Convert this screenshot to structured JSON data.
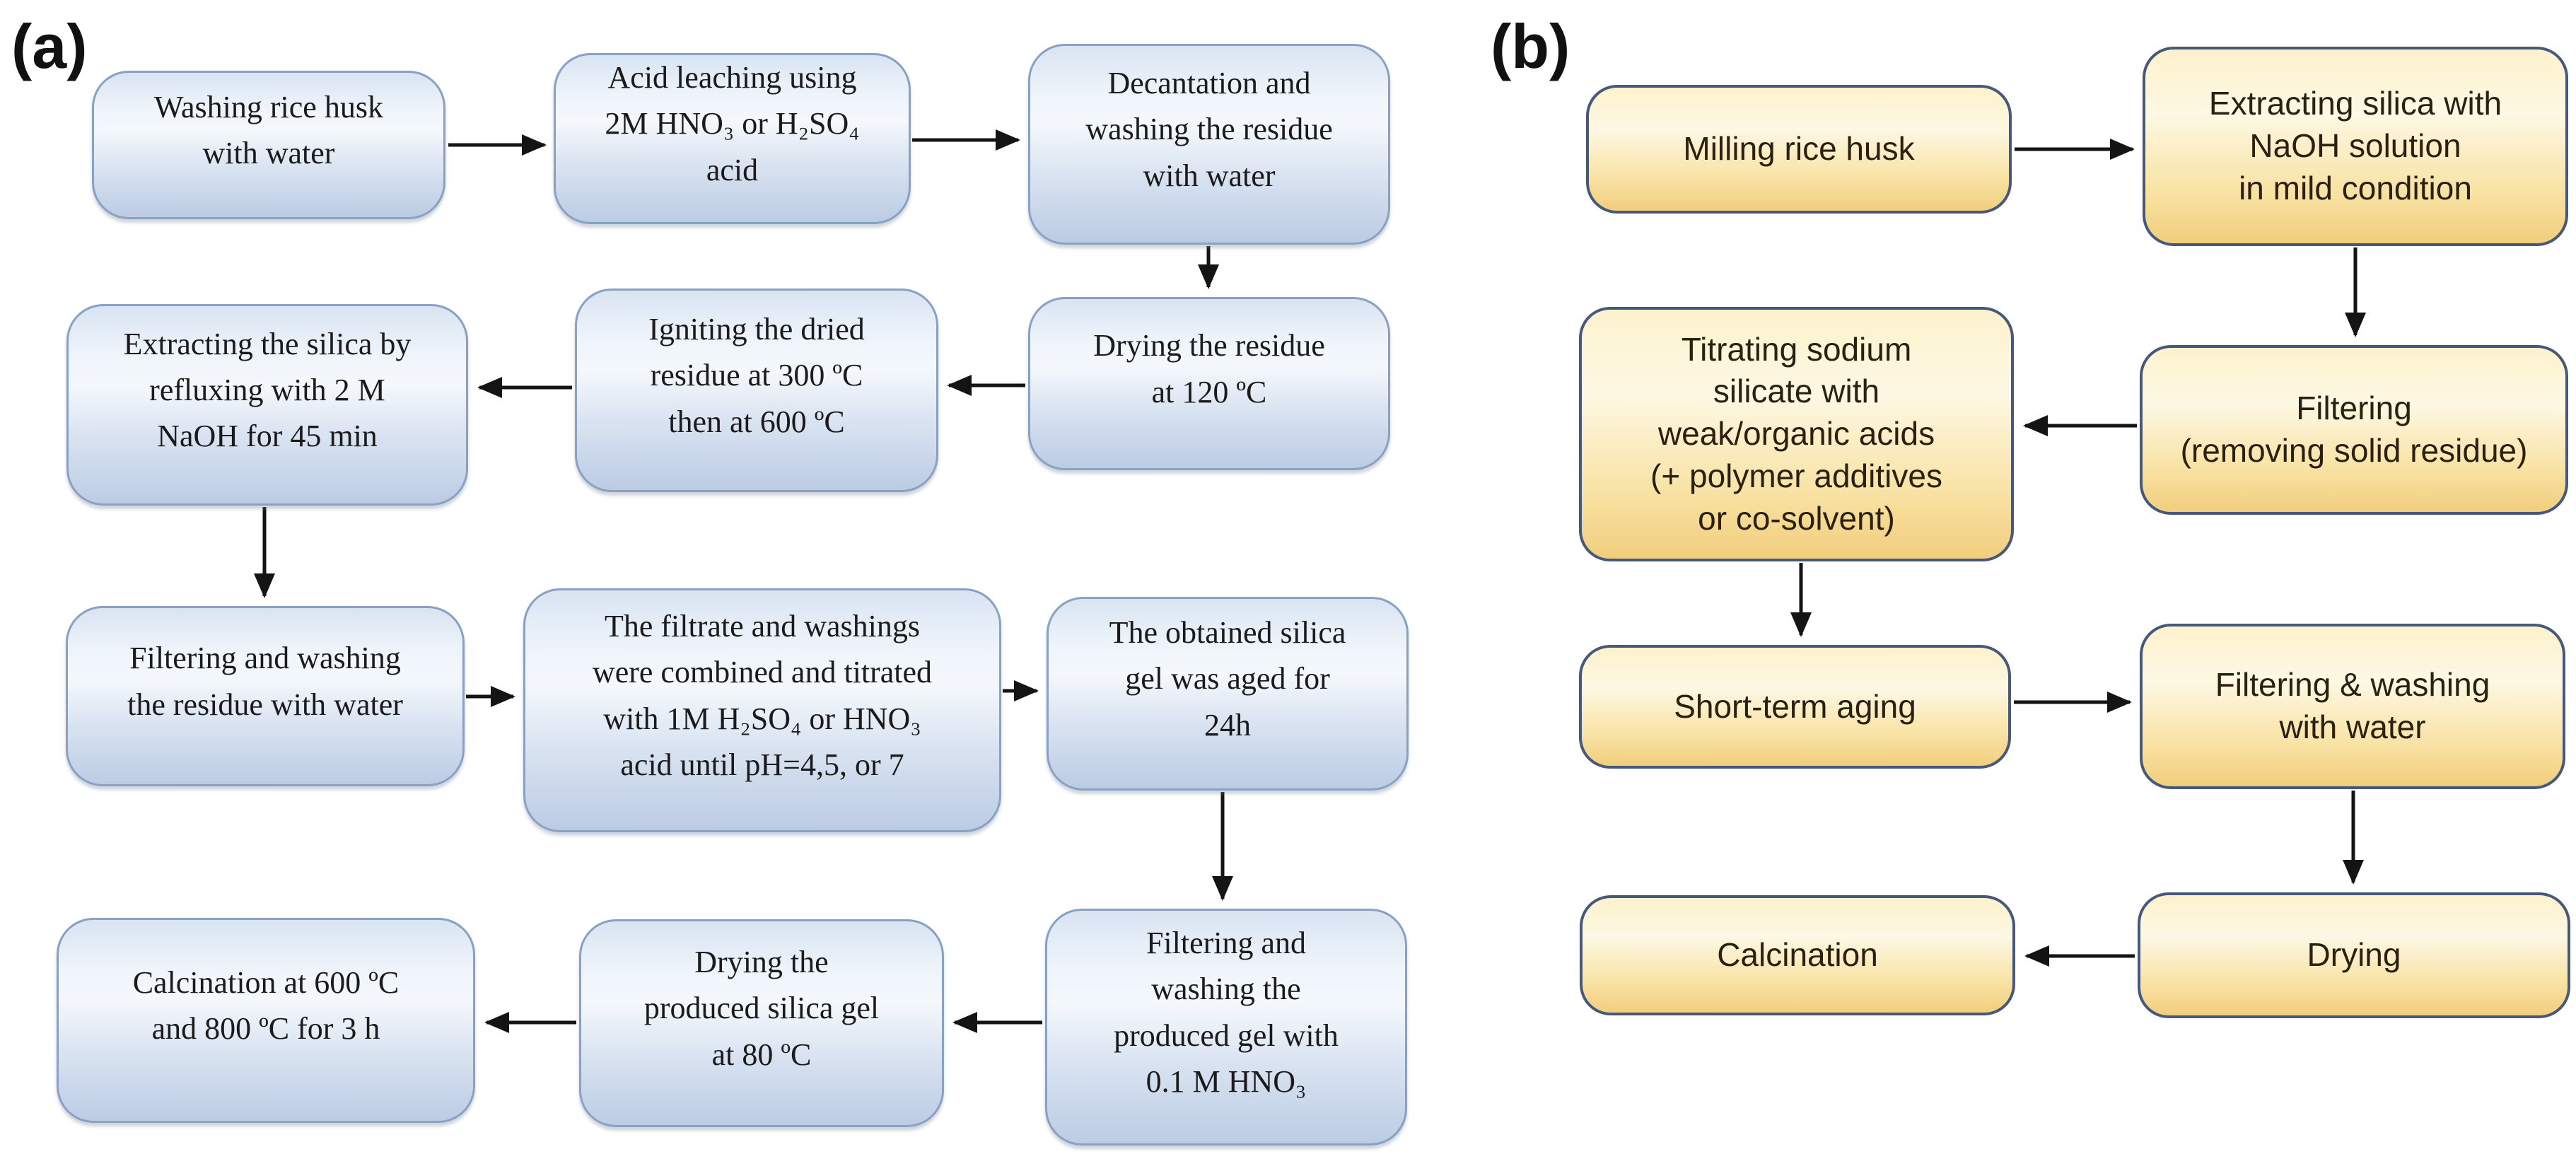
{
  "figure": {
    "type": "flowchart",
    "description_visible_text_only": true
  },
  "colors": {
    "background": "#ffffff",
    "panel_a_box_fill_top": "#eff5fb",
    "panel_a_box_fill_bottom": "#bccce4",
    "panel_a_box_border": "#89a1c2",
    "panel_b_box_fill_top": "#fdf2cd",
    "panel_b_box_fill_bottom": "#f1ce7d",
    "panel_b_box_border": "#46597a",
    "arrow": "#141414",
    "text": "#1b1b1b"
  },
  "panel_a": {
    "label": "(a)",
    "nodes": [
      {
        "id": "a1",
        "label": "Washing rice husk\nwith water"
      },
      {
        "id": "a2",
        "label": "Acid leaching using\n2M HNO₃ or H₂SO₄\nacid"
      },
      {
        "id": "a3",
        "label": "Decantation and\nwashing the residue\nwith water"
      },
      {
        "id": "a4",
        "label": "Drying the residue\nat 120 ºC"
      },
      {
        "id": "a5",
        "label": "Igniting the dried\nresidue at 300 ºC\nthen at 600 ºC"
      },
      {
        "id": "a6",
        "label": "Extracting the silica by\nrefluxing with 2 M\nNaOH for 45 min"
      },
      {
        "id": "a7",
        "label": "Filtering and washing\nthe residue with water"
      },
      {
        "id": "a8",
        "label": "The filtrate and washings\nwere combined and titrated\nwith 1M H₂SO₄ or HNO₃\nacid until pH=4,5, or 7"
      },
      {
        "id": "a9",
        "label": "The obtained silica\ngel was aged for\n24h"
      },
      {
        "id": "a10",
        "label": "Filtering and\nwashing the\nproduced gel with\n0.1 M HNO₃"
      },
      {
        "id": "a11",
        "label": "Drying the\nproduced silica gel\nat 80 ºC"
      },
      {
        "id": "a12",
        "label": "Calcination at 600 ºC\nand 800 ºC for 3 h"
      }
    ],
    "edges": [
      {
        "from": "a1",
        "to": "a2"
      },
      {
        "from": "a2",
        "to": "a3"
      },
      {
        "from": "a3",
        "to": "a4"
      },
      {
        "from": "a4",
        "to": "a5"
      },
      {
        "from": "a5",
        "to": "a6"
      },
      {
        "from": "a6",
        "to": "a7"
      },
      {
        "from": "a7",
        "to": "a8"
      },
      {
        "from": "a8",
        "to": "a9"
      },
      {
        "from": "a9",
        "to": "a10"
      },
      {
        "from": "a10",
        "to": "a11"
      },
      {
        "from": "a11",
        "to": "a12"
      }
    ]
  },
  "panel_b": {
    "label": "(b)",
    "nodes": [
      {
        "id": "b1",
        "label": "Milling rice husk"
      },
      {
        "id": "b2",
        "label": "Extracting silica with\nNaOH solution\nin mild condition"
      },
      {
        "id": "b3",
        "label": "Titrating sodium\nsilicate with\nweak/organic acids\n(+ polymer additives\nor co-solvent)"
      },
      {
        "id": "b4",
        "label": "Filtering\n(removing solid residue)"
      },
      {
        "id": "b5",
        "label": "Short-term aging"
      },
      {
        "id": "b6",
        "label": "Filtering & washing\nwith water"
      },
      {
        "id": "b7",
        "label": "Calcination"
      },
      {
        "id": "b8",
        "label": "Drying"
      }
    ],
    "edges": [
      {
        "from": "b1",
        "to": "b2"
      },
      {
        "from": "b2",
        "to": "b4"
      },
      {
        "from": "b4",
        "to": "b3"
      },
      {
        "from": "b3",
        "to": "b5"
      },
      {
        "from": "b5",
        "to": "b6"
      },
      {
        "from": "b6",
        "to": "b8"
      },
      {
        "from": "b8",
        "to": "b7"
      }
    ]
  }
}
